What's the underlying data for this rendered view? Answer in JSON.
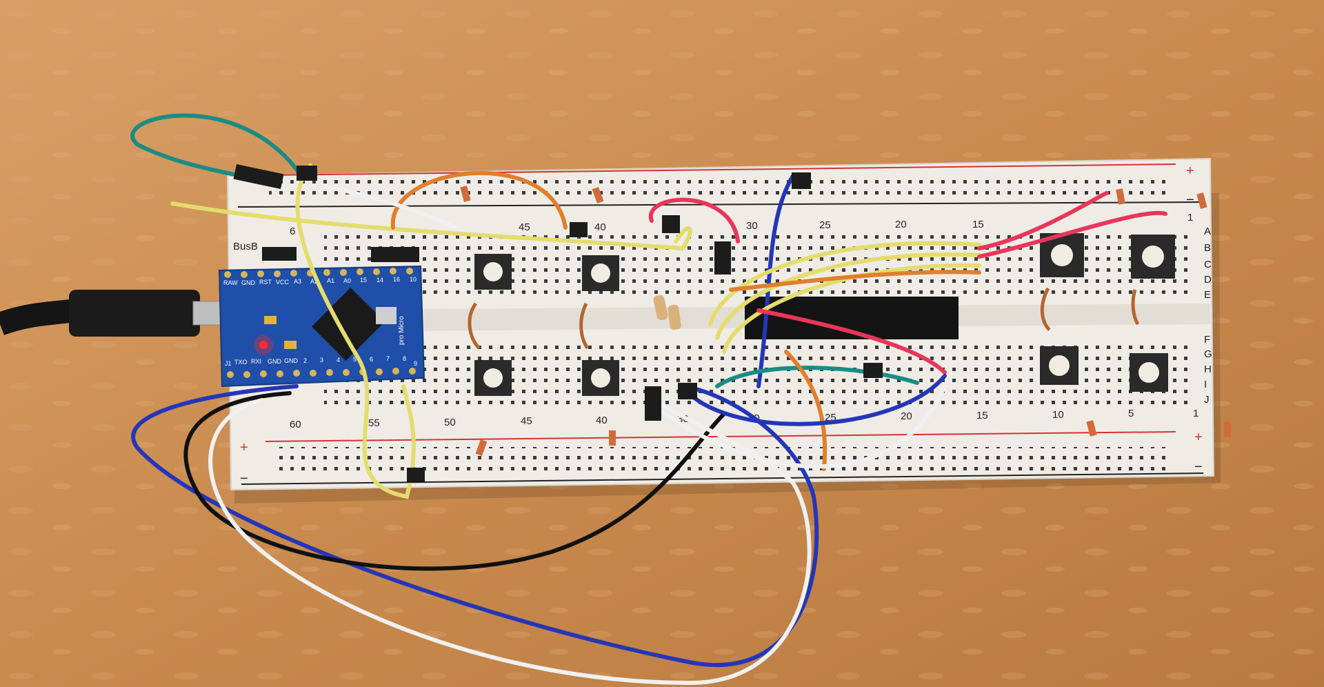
{
  "breadboard": {
    "top_row_numbers": [
      "45",
      "40",
      "30",
      "25",
      "20",
      "15",
      "1"
    ],
    "top_row_letters": [
      "A",
      "B",
      "C",
      "D",
      "E"
    ],
    "bottom_row_letters": [
      "F",
      "G",
      "H",
      "I",
      "J"
    ],
    "bottom_row_numbers": [
      "60",
      "55",
      "50",
      "45",
      "40",
      "30",
      "25",
      "20",
      "15",
      "10",
      "5",
      "1"
    ],
    "side_label": "BusB",
    "edge_partial_number": "6",
    "edge_partial_number_bottom": "30"
  },
  "rail_signs": {
    "plus": "+",
    "minus": "−"
  },
  "microcontroller": {
    "brand_text": "pro Micro",
    "pin_labels_top": [
      "RAW",
      "GND",
      "RST",
      "VCC",
      "A3",
      "A2",
      "A1",
      "A0",
      "15",
      "14",
      "16",
      "10"
    ],
    "pin_labels_bottom": [
      "TXO",
      "RXI",
      "GND",
      "GND",
      "2",
      "3",
      "4",
      "5",
      "6",
      "7",
      "8",
      "9"
    ],
    "corner_label": "J1",
    "led_color": "#ff2a2a"
  },
  "colors": {
    "wood": "#c98a4e",
    "board": "#efece6",
    "pcb": "#1f4fa8",
    "rail_red": "#d83232",
    "rail_black": "#222222"
  }
}
